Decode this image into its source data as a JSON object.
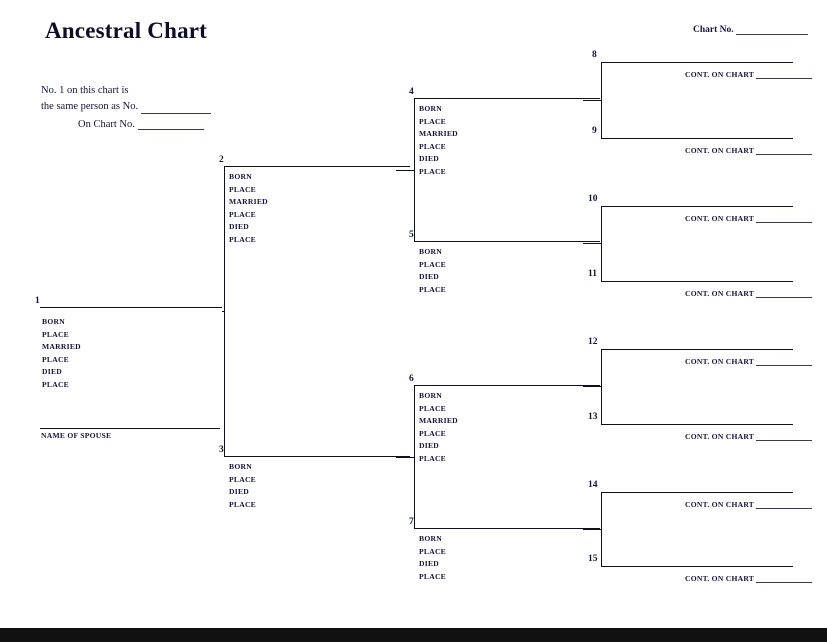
{
  "header": {
    "title": "Ancestral Chart",
    "chart_no_label": "Chart No.",
    "chart_no_value": "____________",
    "same_person_line1": "No. 1 on this chart is",
    "same_person_line2": "the same person as No.",
    "same_person_blank": "____________",
    "on_chart_label": "On Chart No.",
    "on_chart_blank": "____________"
  },
  "field_labels": {
    "born": "BORN",
    "place": "PLACE",
    "married": "MARRIED",
    "died": "DIED",
    "spouse": "NAME OF SPOUSE"
  },
  "cont_label": "CONT. ON CHART",
  "cont_blank": "__________",
  "persons": [
    {
      "num": "1",
      "fields": [
        "BORN",
        "PLACE",
        "MARRIED",
        "PLACE",
        "DIED",
        "PLACE"
      ],
      "has_spouse": true
    },
    {
      "num": "2",
      "fields": [
        "BORN",
        "PLACE",
        "MARRIED",
        "PLACE",
        "DIED",
        "PLACE"
      ],
      "has_spouse": false
    },
    {
      "num": "3",
      "fields": [
        "BORN",
        "PLACE",
        "DIED",
        "PLACE"
      ],
      "has_spouse": false
    },
    {
      "num": "4",
      "fields": [
        "BORN",
        "PLACE",
        "MARRIED",
        "PLACE",
        "DIED",
        "PLACE"
      ],
      "has_spouse": false
    },
    {
      "num": "5",
      "fields": [
        "BORN",
        "PLACE",
        "DIED",
        "PLACE"
      ],
      "has_spouse": false
    },
    {
      "num": "6",
      "fields": [
        "BORN",
        "PLACE",
        "MARRIED",
        "PLACE",
        "DIED",
        "PLACE"
      ],
      "has_spouse": false
    },
    {
      "num": "7",
      "fields": [
        "BORN",
        "PLACE",
        "DIED",
        "PLACE"
      ],
      "has_spouse": false
    }
  ],
  "cont_persons": [
    {
      "num": "8",
      "label": "CONT. ON CHART",
      "blank": "__________"
    },
    {
      "num": "9",
      "label": "CONT. ON CHART",
      "blank": "__________"
    },
    {
      "num": "10",
      "label": "CONT. ON CHART",
      "blank": "__________"
    },
    {
      "num": "11",
      "label": "CONT. ON CHART",
      "blank": "__________"
    },
    {
      "num": "12",
      "label": "CONT. ON CHART",
      "blank": "__________"
    },
    {
      "num": "13",
      "label": "CONT. ON CHART",
      "blank": "__________"
    },
    {
      "num": "14",
      "label": "CONT. ON CHART",
      "blank": "__________"
    },
    {
      "num": "15",
      "label": "CONT. ON CHART",
      "blank": "__________"
    }
  ],
  "colors": {
    "ink": "#14143c",
    "rule": "#101024",
    "bottom_bar": "#111111",
    "paper": "#ffffff"
  }
}
